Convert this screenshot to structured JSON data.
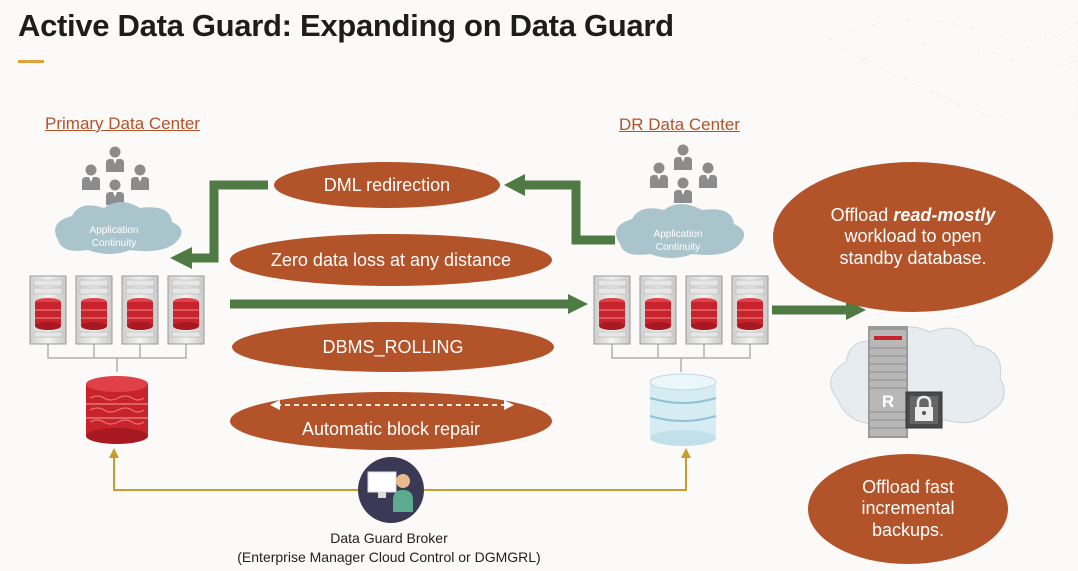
{
  "slide": {
    "title": "Active Data Guard: Expanding on Data Guard"
  },
  "primary": {
    "label": "Primary Data Center",
    "cloud_text": [
      "Application",
      "Continuity"
    ]
  },
  "dr": {
    "label": "DR Data Center",
    "cloud_text": [
      "Application",
      "Continuity"
    ]
  },
  "features": {
    "dml_redirection": "DML redirection",
    "zero_data_loss": "Zero data loss at any distance",
    "dbms_rolling": "DBMS_ROLLING",
    "block_repair": "Automatic block repair"
  },
  "offload_read": {
    "prefix": "Offload ",
    "emphasis": "read-mostly",
    "line2": "workload to open",
    "line3": "standby database."
  },
  "offload_backup": {
    "line1": "Offload fast",
    "line2": "incremental",
    "line3": "backups."
  },
  "broker": {
    "line1": "Data Guard Broker",
    "line2": "(Enterprise Manager Cloud Control or DGMGRL)"
  },
  "recovery_server": {
    "letter": "R"
  },
  "colors": {
    "accent": "#b2532a",
    "arrow": "#4f7a43",
    "broker_line": "#c89d2e",
    "db_red": "#c8232c",
    "db_blue": "#d6ecf3",
    "cloud": "#aac4cc"
  }
}
